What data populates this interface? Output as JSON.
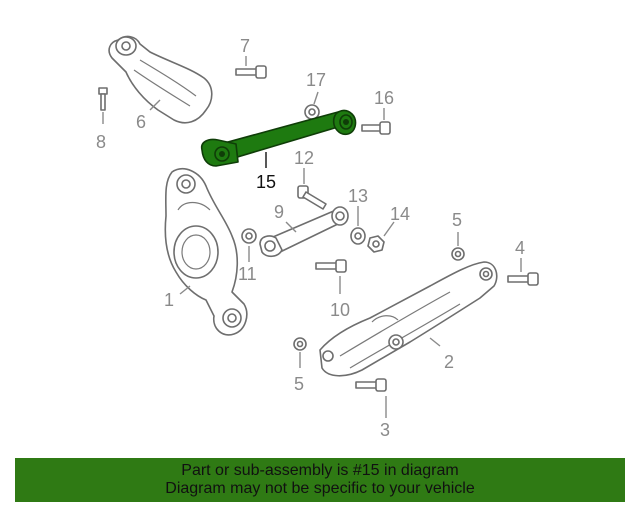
{
  "diagram": {
    "callouts": {
      "c1": "1",
      "c2": "2",
      "c3": "3",
      "c4": "4",
      "c5a": "5",
      "c5b": "5",
      "c6": "6",
      "c7": "7",
      "c8": "8",
      "c9": "9",
      "c10": "10",
      "c11": "11",
      "c12": "12",
      "c13": "13",
      "c14": "14",
      "c15": "15",
      "c16": "16",
      "c17": "17"
    },
    "highlighted_part": "15",
    "colors": {
      "highlight": "#1e7a10",
      "banner": "#2f7a14",
      "line": "#6e6e6e",
      "label": "#8a8a8a"
    }
  },
  "banner": {
    "line1": "Part or sub-assembly is #15 in diagram",
    "line2": "Diagram may not be specific to your vehicle"
  }
}
